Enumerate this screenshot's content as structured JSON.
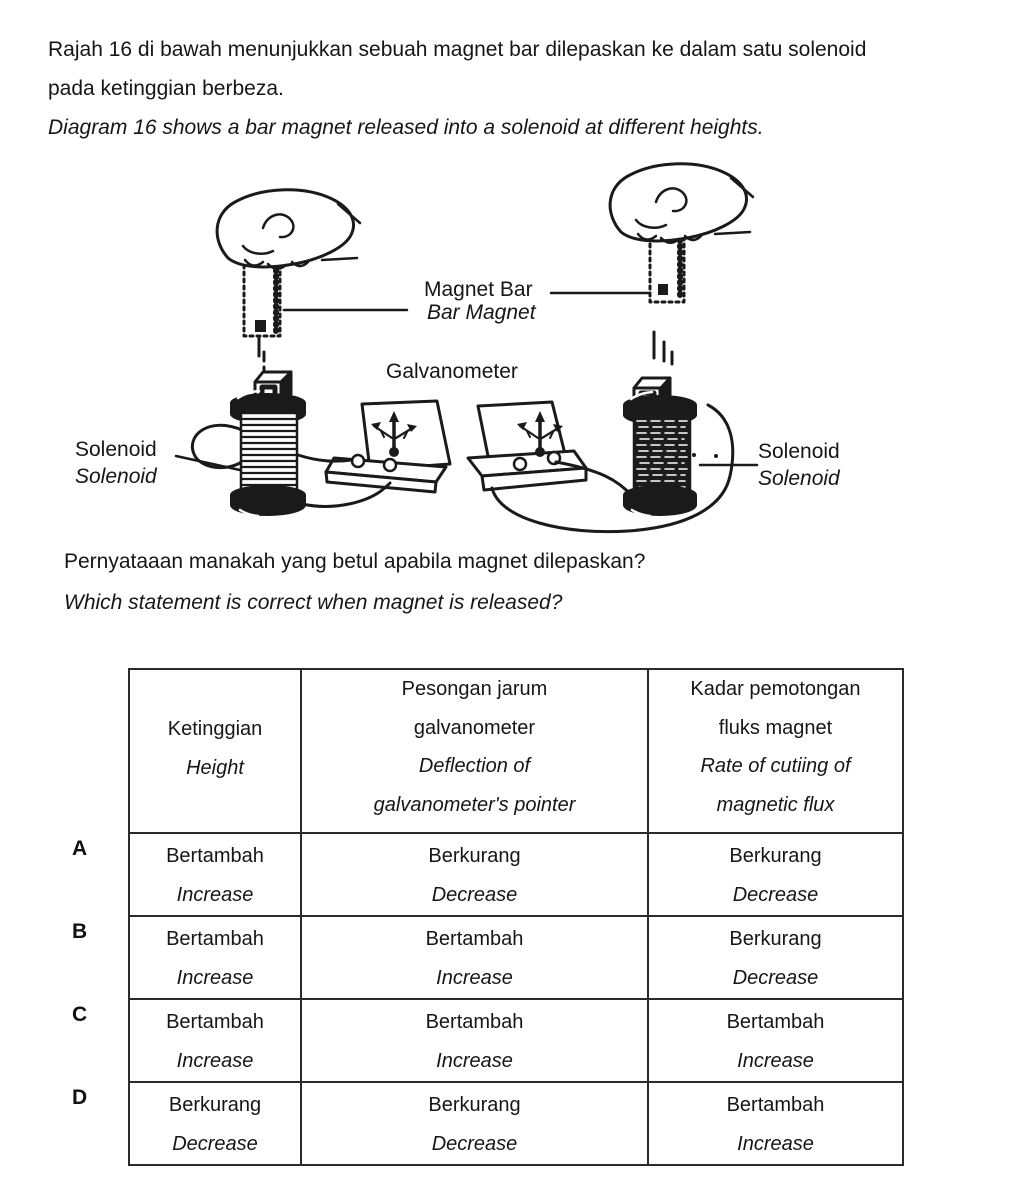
{
  "document": {
    "intro": {
      "line1_ms": "Rajah 16 di bawah menunjukkan sebuah magnet bar dilepaskan ke dalam satu solenoid",
      "line2_ms": "pada ketinggian berbeza.",
      "line_en": "Diagram 16 shows a bar magnet released into a solenoid at different heights."
    },
    "diagram": {
      "magnet_bar_label_ms": "Magnet Bar",
      "magnet_bar_label_en": "Bar Magnet",
      "galvanometer_label": "Galvanometer",
      "solenoid_left_label_ms": "Solenoid",
      "solenoid_left_label_en": "Solenoid",
      "solenoid_right_label_ms": "Solenoid",
      "solenoid_right_label_en": "Solenoid"
    },
    "question": {
      "line_ms": "Pernyataaan manakah yang betul apabila magnet dilepaskan?",
      "line_en": "Which statement is correct when magnet is released?"
    },
    "table": {
      "columns": [
        {
          "ms": [
            "Ketinggian"
          ],
          "en": [
            "Height"
          ]
        },
        {
          "ms": [
            "Pesongan jarum",
            "galvanometer"
          ],
          "en": [
            "Deflection of",
            "galvanometer's pointer"
          ]
        },
        {
          "ms": [
            "Kadar pemotongan",
            "fluks magnet"
          ],
          "en": [
            "Rate of cutiing of",
            "magnetic flux"
          ]
        }
      ],
      "rows": [
        {
          "label": "A",
          "cells": [
            {
              "ms": "Bertambah",
              "en": "Increase"
            },
            {
              "ms": "Berkurang",
              "en": "Decrease"
            },
            {
              "ms": "Berkurang",
              "en": "Decrease"
            }
          ]
        },
        {
          "label": "B",
          "cells": [
            {
              "ms": "Bertambah",
              "en": "Increase"
            },
            {
              "ms": "Bertambah",
              "en": "Increase"
            },
            {
              "ms": "Berkurang",
              "en": "Decrease"
            }
          ]
        },
        {
          "label": "C",
          "cells": [
            {
              "ms": "Bertambah",
              "en": "Increase"
            },
            {
              "ms": "Bertambah",
              "en": "Increase"
            },
            {
              "ms": "Bertambah",
              "en": "Increase"
            }
          ]
        },
        {
          "label": "D",
          "cells": [
            {
              "ms": "Berkurang",
              "en": "Decrease"
            },
            {
              "ms": "Berkurang",
              "en": "Decrease"
            },
            {
              "ms": "Bertambah",
              "en": "Increase"
            }
          ]
        }
      ]
    }
  }
}
